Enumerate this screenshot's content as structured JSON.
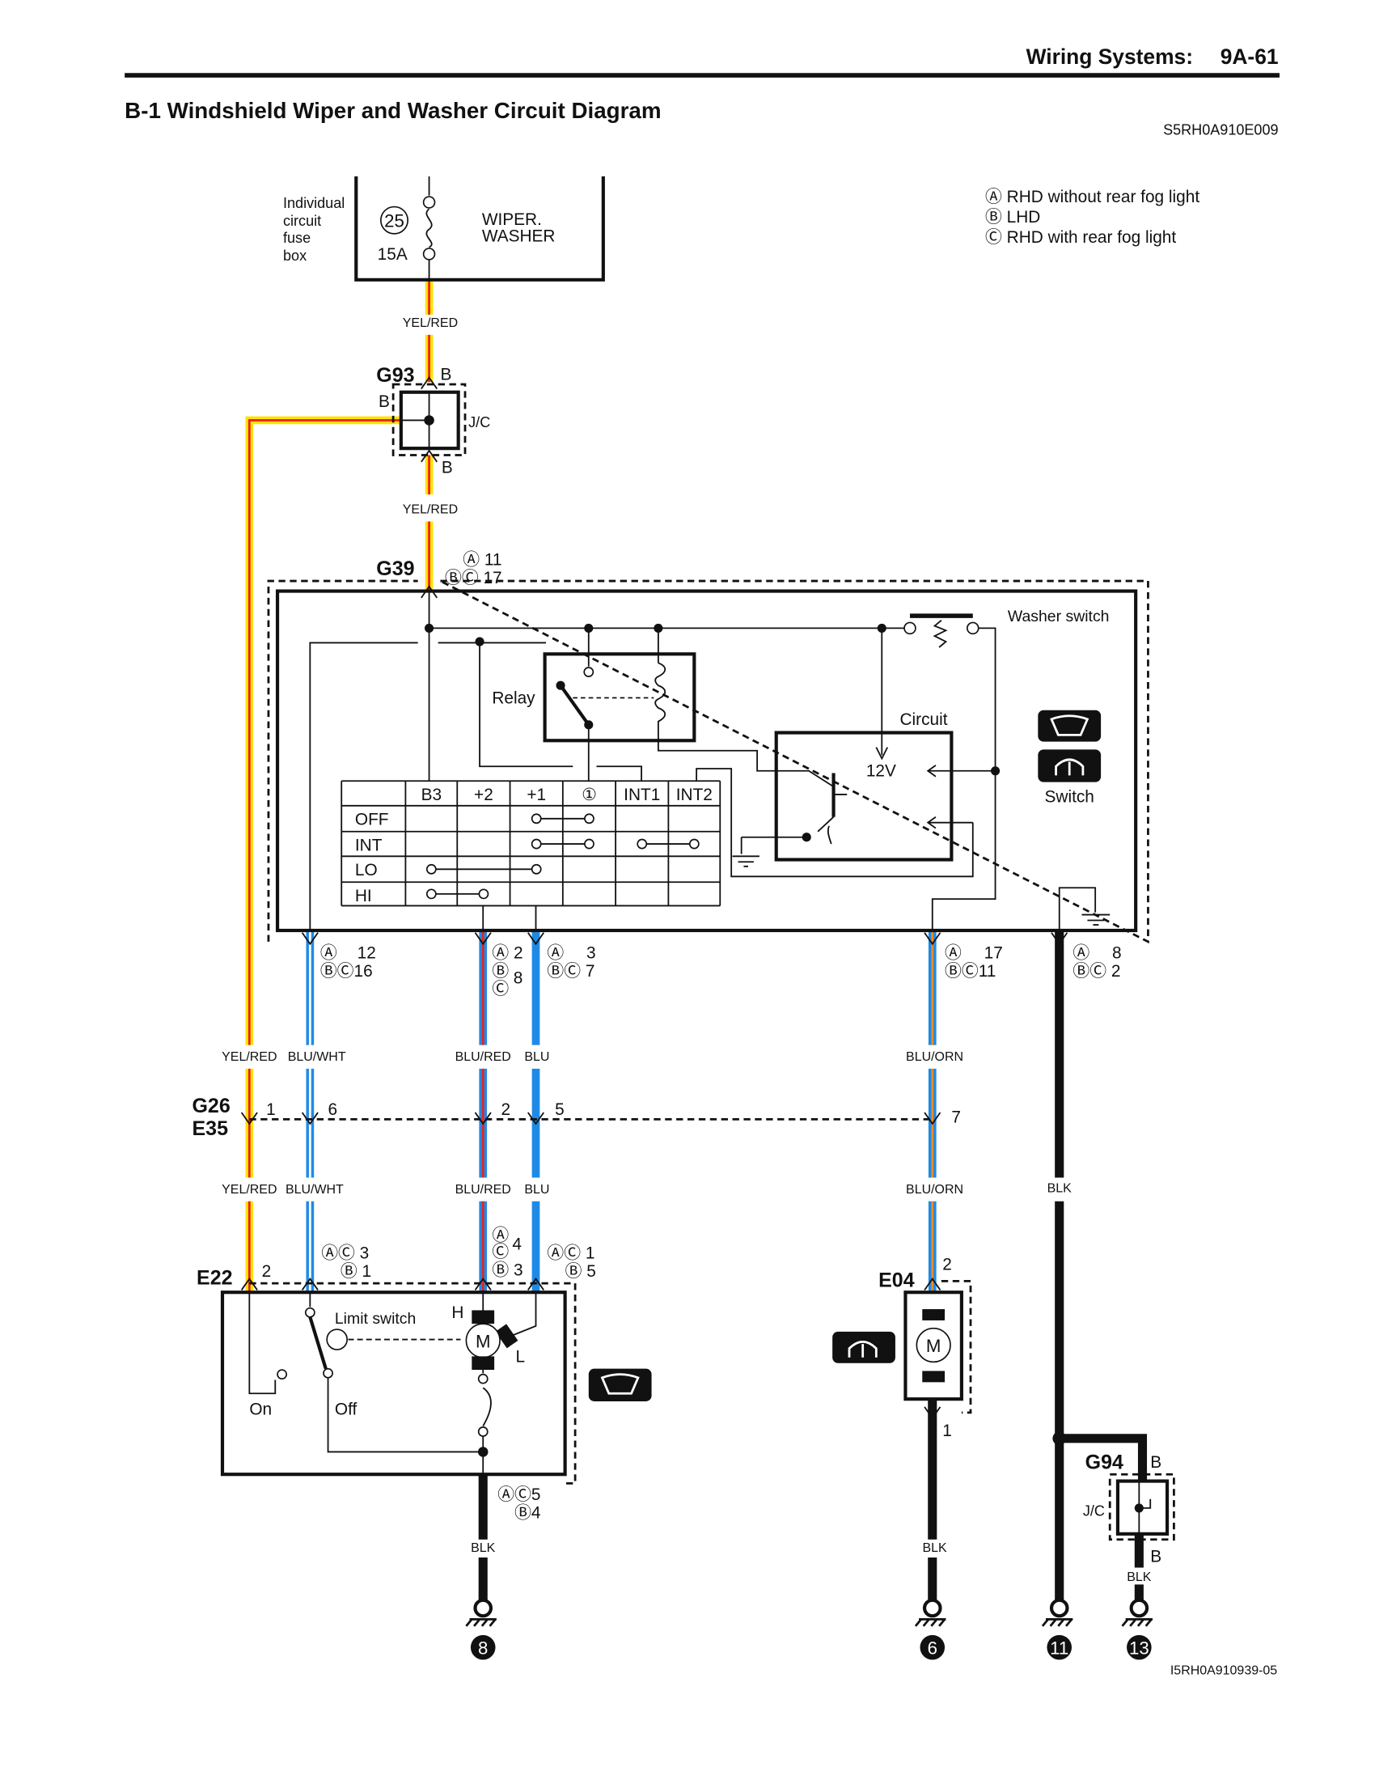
{
  "header": {
    "section": "Wiring Systems:",
    "page": "9A-61",
    "title": "B-1 Windshield Wiper and Washer Circuit Diagram",
    "code": "S5RH0A910E009",
    "footer_code": "I5RH0A910939-05"
  },
  "legend": [
    "Ⓐ RHD without rear fog light",
    "Ⓑ LHD",
    "Ⓒ RHD with rear fog light"
  ],
  "fuse_box": {
    "label": [
      "Individual",
      "circuit",
      "fuse",
      "box"
    ],
    "fuse_no": "25",
    "rating": "15A",
    "name": [
      "WIPER.",
      "WASHER"
    ]
  },
  "wires": {
    "yel_red": "YEL/RED",
    "blu_wht": "BLU/WHT",
    "blu_red": "BLU/RED",
    "blu": "BLU",
    "blu_orn": "BLU/ORN",
    "blk": "BLK"
  },
  "colors": {
    "yellow": "#ffe200",
    "red": "#e8231e",
    "blue": "#1f8ae6",
    "orange": "#f08a1c",
    "black": "#111111"
  },
  "g93": {
    "id": "G93",
    "b1": "B",
    "b2": "B",
    "b3": "B",
    "jc": "J/C"
  },
  "g39": {
    "id": "G39",
    "pin_a": "Ⓐ 11",
    "pin_bc": "ⒷⒸ 17"
  },
  "switch_unit": {
    "relay": "Relay",
    "circuit": "Circuit",
    "v12": "12V",
    "washer_switch": "Washer switch",
    "switch": "Switch",
    "table": {
      "headers": [
        "B3",
        "+2",
        "+1",
        "①",
        "INT1",
        "INT2"
      ],
      "rows": [
        "OFF",
        "INT",
        "LO",
        "HI"
      ]
    },
    "pins": [
      {
        "a": "Ⓐ",
        "an": "12",
        "bc": "ⒷⒸ16"
      },
      {
        "a": "Ⓐ 2",
        "b": "Ⓑ",
        "n": "8",
        "c": "Ⓒ"
      },
      {
        "a": "Ⓐ",
        "an": "3",
        "bc": "ⒷⒸ 7"
      },
      {
        "a": "Ⓐ",
        "an": "17",
        "bc": "ⒷⒸ11"
      },
      {
        "a": "Ⓐ",
        "an": "8",
        "bc": "ⒷⒸ 2"
      }
    ]
  },
  "g26": {
    "id1": "G26",
    "id2": "E35",
    "pins": [
      "1",
      "6",
      "2",
      "5",
      "7"
    ]
  },
  "e22": {
    "id": "E22",
    "pin": "2",
    "p1a": "ⒶⒸ 3",
    "p1b": "Ⓑ 1",
    "p2a": "Ⓐ",
    "p2c": "Ⓒ",
    "p2n": "4",
    "p2b": "Ⓑ 3",
    "p3a": "ⒶⒸ 1",
    "p3b": "Ⓑ 5",
    "limit_switch": "Limit switch",
    "h": "H",
    "l": "L",
    "m": "M",
    "on": "On",
    "off": "Off",
    "gnd_a": "ⒶⒸ5",
    "gnd_b": "Ⓑ4"
  },
  "e04": {
    "id": "E04",
    "pin_top": "2",
    "pin_bottom": "1",
    "m": "M"
  },
  "g94": {
    "id": "G94",
    "b1": "B",
    "b2": "B",
    "jc": "J/C"
  },
  "grounds": [
    "8",
    "6",
    "11",
    "13"
  ]
}
